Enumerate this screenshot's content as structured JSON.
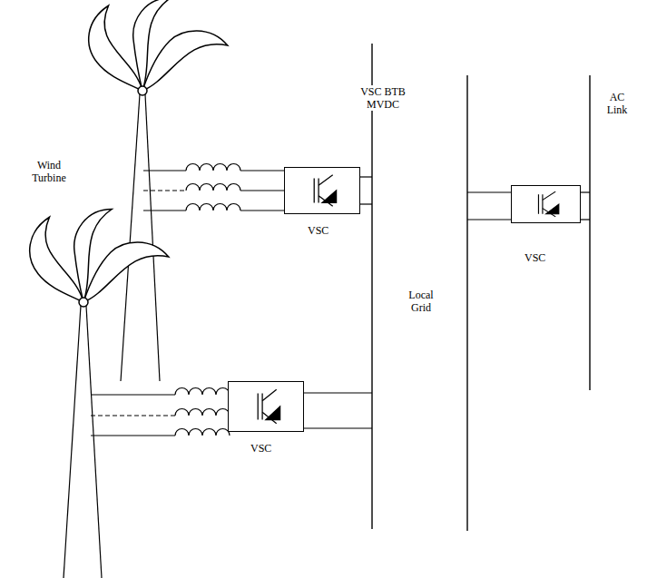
{
  "diagram": {
    "nodes": [
      {
        "text": [
          "VSC"
        ]
      },
      {
        "text": [
          "VSC"
        ]
      },
      {
        "text": [
          "VSC"
        ]
      }
    ],
    "labels": [
      "Wind Turbine",
      "VSC BTB MVDC",
      "Local Grid",
      "AC Link"
    ]
  }
}
